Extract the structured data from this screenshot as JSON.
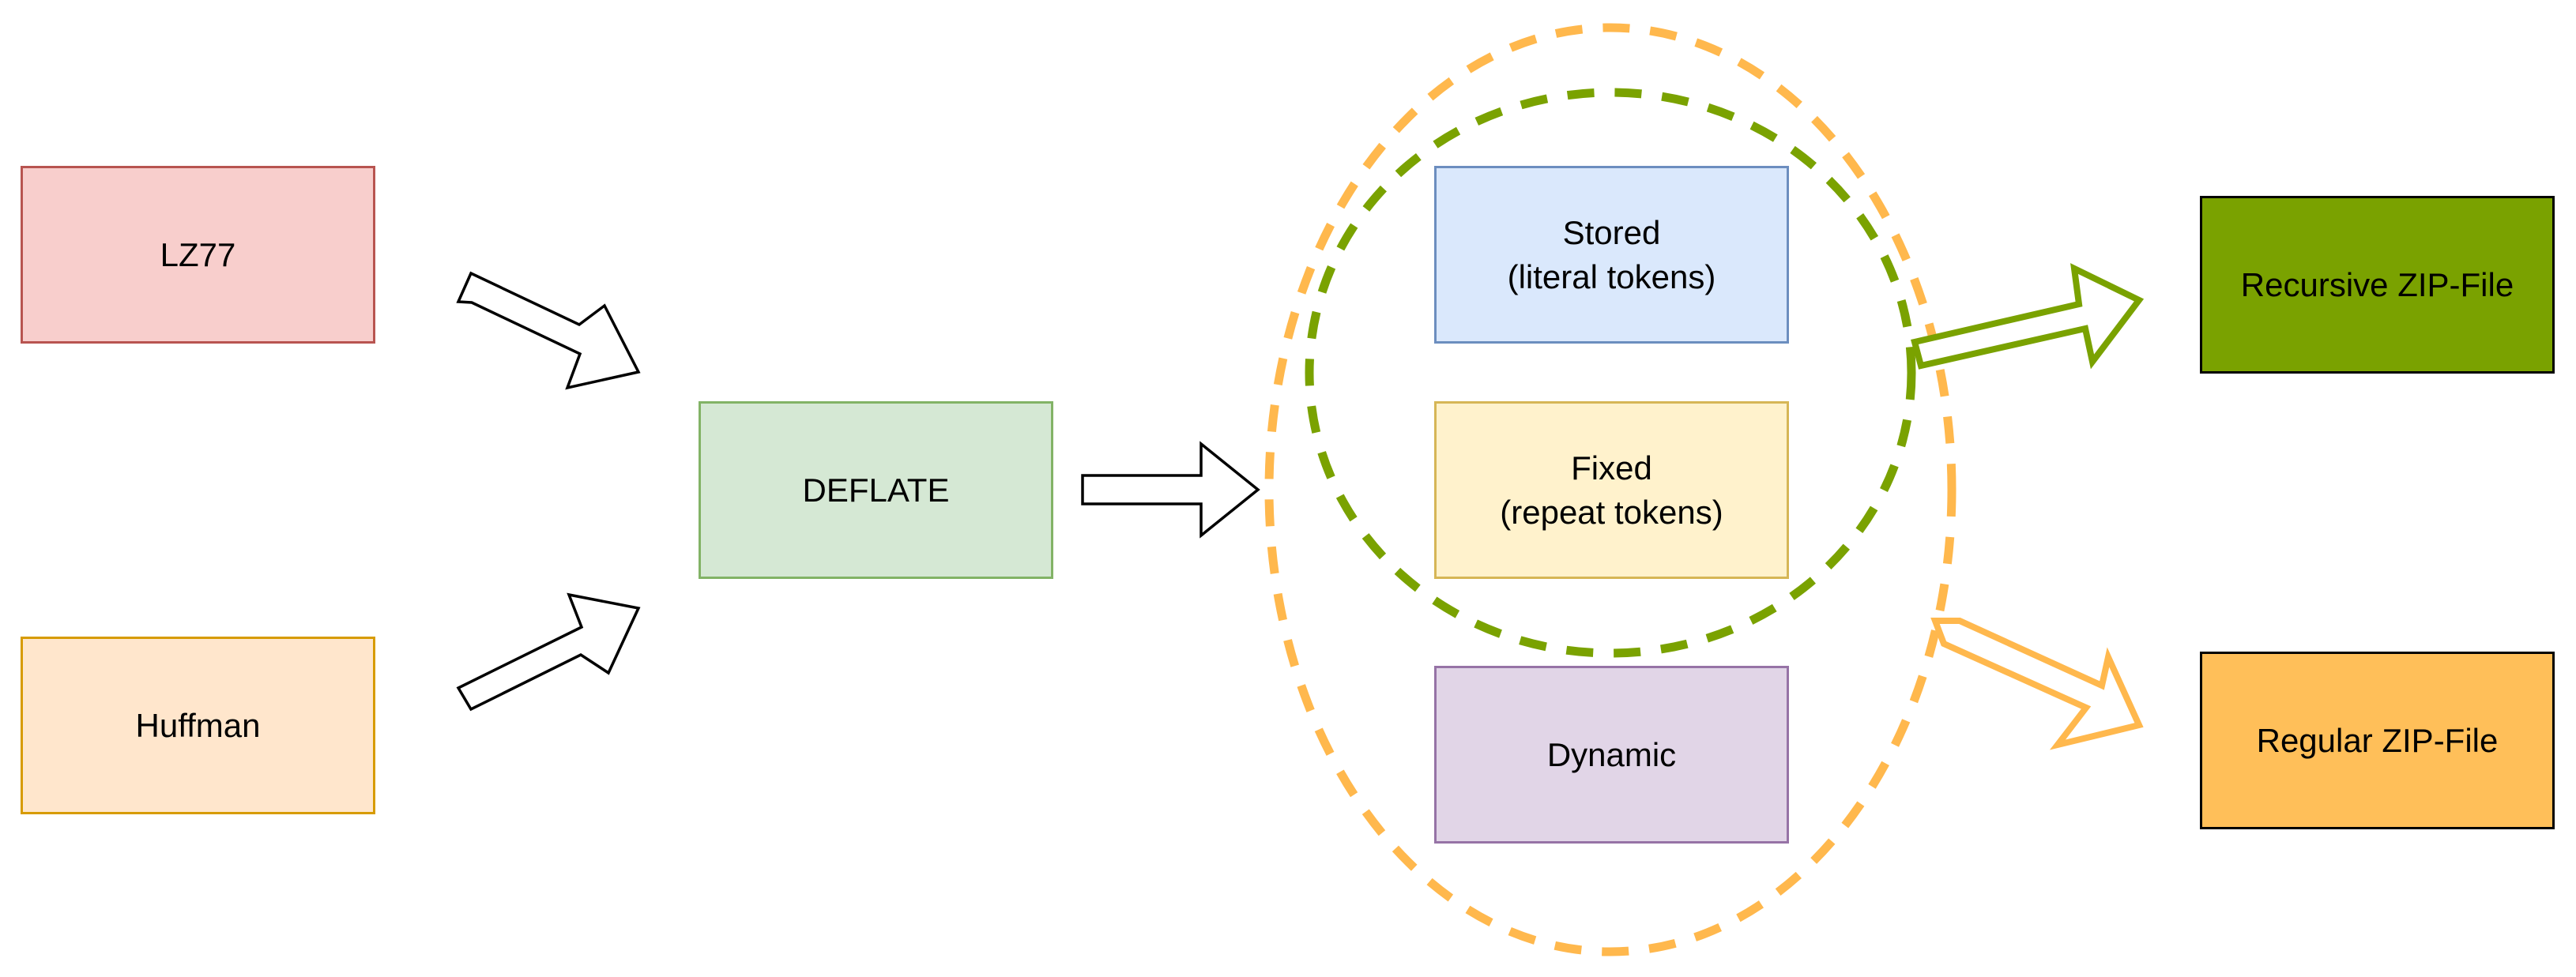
{
  "nodes": {
    "lz77": {
      "label": "LZ77",
      "fill": "#f8cecc",
      "stroke": "#b85450"
    },
    "huffman": {
      "label": "Huffman",
      "fill": "#ffe6cc",
      "stroke": "#d79b00"
    },
    "deflate": {
      "label": "DEFLATE",
      "fill": "#d5e8d4",
      "stroke": "#82b366"
    },
    "stored": {
      "label": "Stored\n(literal tokens)",
      "fill": "#dae8fc",
      "stroke": "#6c8ebf"
    },
    "fixed": {
      "label": "Fixed\n(repeat tokens)",
      "fill": "#fff2cc",
      "stroke": "#d6b656"
    },
    "dynamic": {
      "label": "Dynamic",
      "fill": "#e1d5e7",
      "stroke": "#9673a6"
    },
    "recursive_zip": {
      "label": "Recursive ZIP-File",
      "fill": "#7aa200",
      "stroke": "#000000"
    },
    "regular_zip": {
      "label": "Regular ZIP-File",
      "fill": "#ffbf59",
      "stroke": "#000000"
    }
  },
  "groups": {
    "outer_ellipse": {
      "stroke": "#ffb84d",
      "style": "dashed"
    },
    "inner_circle": {
      "stroke": "#7aa200",
      "style": "dashed"
    }
  },
  "arrows": {
    "lz77_to_deflate": {
      "stroke": "#000000",
      "fill": "#ffffff"
    },
    "huffman_to_deflate": {
      "stroke": "#000000",
      "fill": "#ffffff"
    },
    "deflate_to_modes": {
      "stroke": "#000000",
      "fill": "#ffffff"
    },
    "to_recursive_zip": {
      "stroke": "#7aa200",
      "fill": "#ffffff"
    },
    "to_regular_zip": {
      "stroke": "#ffb84d",
      "fill": "#ffffff"
    }
  }
}
